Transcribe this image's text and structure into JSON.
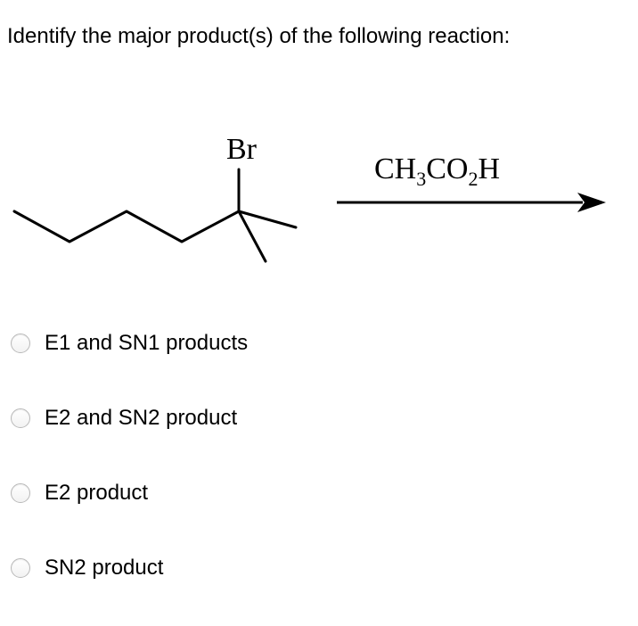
{
  "question": {
    "text": "Identify the major product(s) of the following reaction:"
  },
  "reaction": {
    "substituent_label": "Br",
    "reagent": {
      "parts": [
        "CH",
        "3",
        "CO",
        "2",
        "H"
      ],
      "text": "CH3CO2H"
    }
  },
  "options": [
    {
      "label": "E1 and SN1 products",
      "selected": false
    },
    {
      "label": "E2 and SN2 product",
      "selected": false
    },
    {
      "label": "E2 product",
      "selected": false
    },
    {
      "label": "SN2 product",
      "selected": false
    }
  ]
}
